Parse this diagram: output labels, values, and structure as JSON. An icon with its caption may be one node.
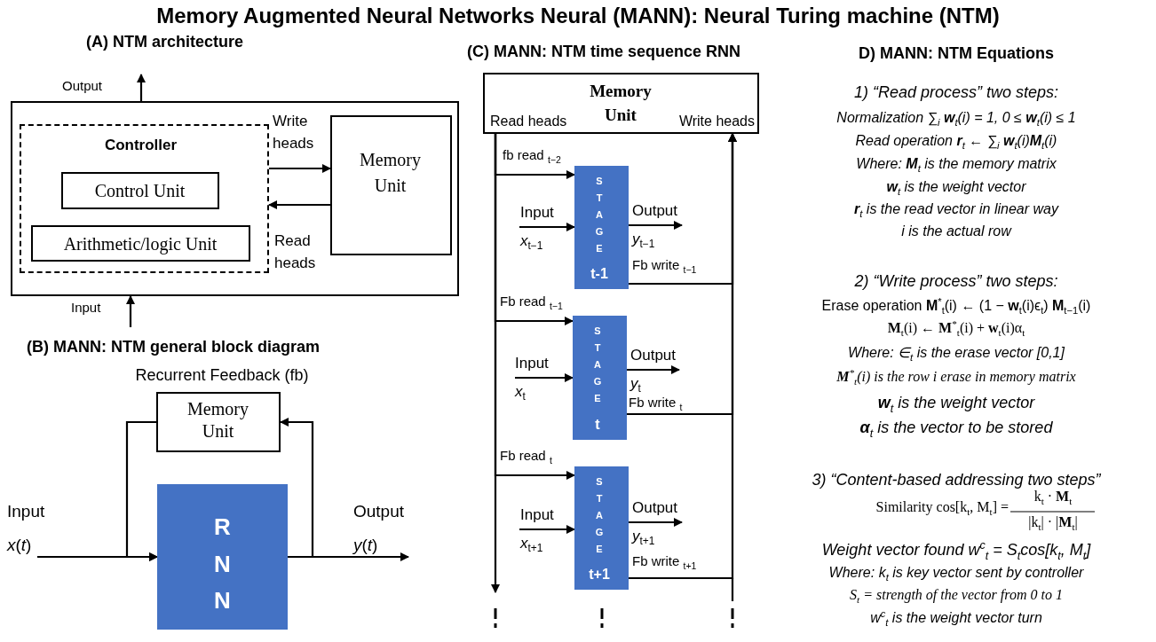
{
  "diagram": {
    "title": "Memory Augmented Neural Networks Neural (MANN): Neural Turing machine (NTM)",
    "nodes": [
      {
        "text": [],
        "shape": "box"
      },
      {
        "text": [
          "Controller"
        ],
        "in": 0
      },
      {
        "text": [
          "Control Unit"
        ],
        "in": 1
      },
      {
        "text": [
          "Arithmetic/logic Unit"
        ],
        "in": 1
      },
      {
        "text": [
          "Memory Unit"
        ],
        "in": 0
      },
      {
        "text": [
          "Memory Unit"
        ]
      },
      {
        "text": [
          "R N N"
        ]
      },
      {
        "text": [
          "Memory Unit",
          "Read heads",
          "Write heads"
        ]
      },
      {
        "text": [
          "S T A G E",
          "t-1"
        ]
      },
      {
        "text": [
          "S T A G E",
          "t"
        ]
      },
      {
        "text": [
          "S T A G E",
          "t+1"
        ]
      }
    ],
    "edges": [
      {
        "from": 0,
        "to": null,
        "arrow": "to",
        "label": "Output"
      },
      {
        "from": null,
        "to": 0,
        "arrow": "to",
        "label": "Input"
      },
      {
        "from": 1,
        "to": 4,
        "arrow": "to",
        "label": "Write heads"
      },
      {
        "from": 4,
        "to": 1,
        "arrow": "to",
        "label": "Read heads"
      },
      {
        "from": null,
        "to": 6,
        "arrow": "to",
        "label": "Input *x*(*t*)"
      },
      {
        "from": 6,
        "to": null,
        "arrow": "to",
        "label": "Output *y*(*t*)"
      },
      {
        "from": 6,
        "to": 5,
        "arrow": "to"
      },
      {
        "from": 5,
        "to": 6,
        "arrow": "to"
      },
      {
        "from": 7,
        "to": null,
        "arrow": "to"
      },
      {
        "from": 7,
        "to": 8,
        "arrow": "to",
        "label": "fb read $_{t−2}$"
      },
      {
        "from": null,
        "to": 8,
        "arrow": "to",
        "label": "Input *x*$_{t−1}$"
      },
      {
        "from": 8,
        "to": null,
        "arrow": "to",
        "label": "Output *y*$_{t−1}$"
      },
      {
        "from": 8,
        "to": 7,
        "arrow": "to",
        "label": "Fb write $_{t−1}$"
      },
      {
        "from": 7,
        "to": 9,
        "arrow": "to",
        "label": "Fb read $_{t−1}$"
      },
      {
        "from": null,
        "to": 9,
        "arrow": "to",
        "label": "Input *x*$_{t}$"
      },
      {
        "from": 9,
        "to": null,
        "arrow": "to",
        "label": "Output *y*$_{t}$"
      },
      {
        "from": 9,
        "to": 7,
        "arrow": "to",
        "label": "Fb write $_{t}$"
      },
      {
        "from": 7,
        "to": 10,
        "arrow": "to",
        "label": "Fb read $_{t}$"
      },
      {
        "from": null,
        "to": 10,
        "arrow": "to",
        "label": "Input *x*$_{t+1}$"
      },
      {
        "from": 10,
        "to": null,
        "arrow": "to",
        "label": "Output *y*$_{t+1}$"
      },
      {
        "from": 10,
        "to": 7,
        "arrow": "to",
        "label": "Fb write $_{t+1}$"
      }
    ],
    "labels": [
      "(A) NTM architecture",
      "(C) MANN: NTM time sequence RNN",
      "D) MANN: NTM Equations",
      "1) “Read process”  two steps:",
      "Normalization ∑$_{i}$ **w**$_{t}$(i) = 1,   0 ≤ **w**$_{t}$(i) ≤ 1",
      "Read operation  **r**$_{t}$ ← ∑$_{i}$ **w**$_{t}$(i)**M**$_{t}$(i)",
      "Where: **M**$_{t}$ is the memory matrix",
      "**w**$_{t}$ is the weight vector",
      "**r**$_{t}$ is the read vector in linear way",
      "i is the actual row",
      "2) “Write process” two steps:",
      "Erase operation **M**$^{*}$$_{t}$(i) ← (1 − **w**$_{t}$(i)ϵ$_{t}$) **M**$_{t−1}$(i)",
      "**M**$_{t}$(i) ← **M**$^{*}$$_{t}$(i) + **w**$_{t}$(i)α$_{t}$",
      "Where: ∈$_{t}$ is the erase vector [0,1]",
      "**M**$^{*}$$_{t}$(i) is the row i erase in memory matrix",
      "**w**$_{t}$ is the weight vector",
      "**α**$_{t}$ is the vector to be stored",
      "3) “Content-based addressing two steps”",
      "Similarity  cos[k$_{t}$, M$_{t}$] =",
      "k$_{t}$ · **M**$_{t}$",
      "|k$_{t}$| · |**M**$_{t}$|",
      "Weight vector found w$^{c}$$_{t}$ = S$_{t}$cos[k$_{t}$, M$_{t}$]",
      "Where: k$_{t}$ is key vector sent by controller",
      "S$_{t}$ = strength of the vector from 0 to 1",
      "w$^{c}$$_{t}$ is the weight vector turn",
      "(B) MANN: NTM  general block diagram",
      "Recurrent Feedback (fb)"
    ]
  }
}
